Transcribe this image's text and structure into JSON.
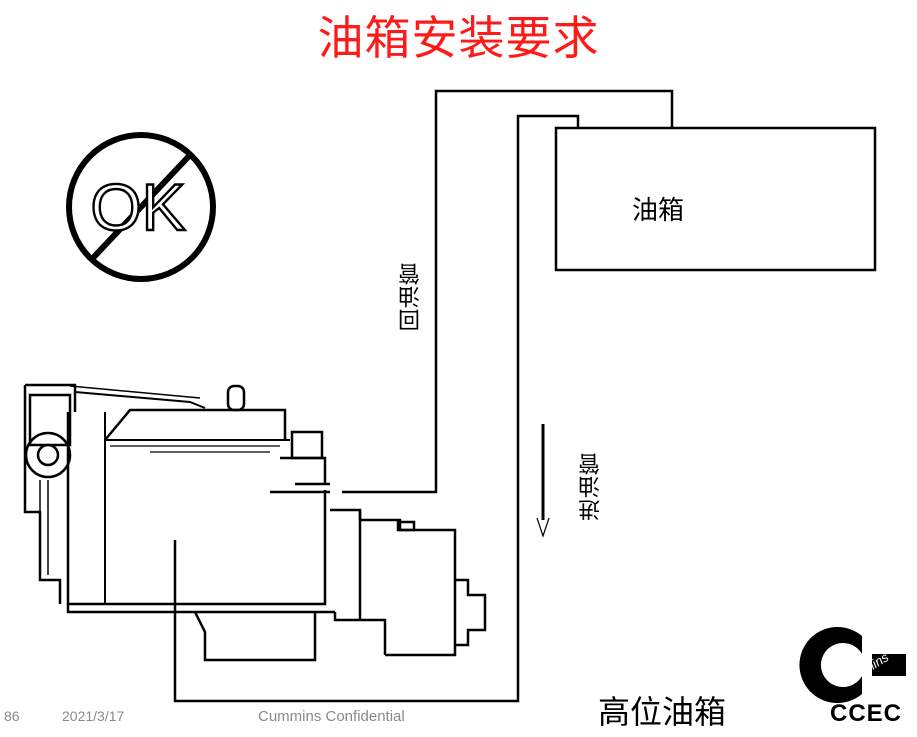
{
  "slide": {
    "title": "油箱安装要求",
    "caption": "高位油箱",
    "page_number": "86",
    "date": "2021/3/17",
    "confidential": "Cummins Confidential"
  },
  "labels": {
    "tank": "油箱",
    "return_pipe": "回油管",
    "supply_pipe": "进油管"
  },
  "prohibition_sign": {
    "text": "OK",
    "icon": "no-ok-icon"
  },
  "logo": {
    "brand_script": "Cummins",
    "brand_text": "CCEC",
    "icon": "cummins-c-logo-icon"
  },
  "colors": {
    "title": "#ff1a1a",
    "line": "#000000",
    "footer": "#8a8a8a"
  }
}
